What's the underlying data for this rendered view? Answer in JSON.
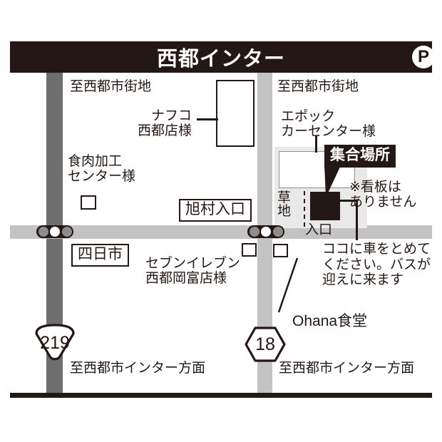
{
  "header": {
    "title": "西都インター",
    "parking_badge": "P",
    "parking_icon": "parking-p-icon"
  },
  "map": {
    "directions": {
      "to_city_left": "至西都市街地",
      "to_city_right": "至西都市街地",
      "to_interchange_left": "至西都市インター方面",
      "to_interchange_right": "至西都市インター方面"
    },
    "places": {
      "nafco": "ナフコ\n西都店様",
      "nafco_line1": "ナフコ",
      "nafco_line2": "西都店様",
      "epoch_line1": "エポック",
      "epoch_line2": "カーセンター様",
      "meat_line1": "食肉加工",
      "meat_line2": "センター様",
      "seven_line1": "セブンイレブン",
      "seven_line2": "西都岡富店様",
      "ohana": "Ohana食堂",
      "grass": "草地",
      "entrance": "入口"
    },
    "intersections": {
      "asahimura": "旭村入口",
      "yokkaichi": "四日市"
    },
    "callout": {
      "meeting_point": "集合場所",
      "note_line1": "※看板は",
      "note_line2": "ありません"
    },
    "parking_note": {
      "line1": "ココに車をとめて",
      "line2": "ください。バスが",
      "line3": "迎えに来ます"
    },
    "routes": [
      {
        "number": "219",
        "shield": "national-route-shield",
        "name": "route-shield-219"
      },
      {
        "number": "18",
        "shield": "prefectural-route-shield",
        "name": "route-shield-18"
      }
    ],
    "signals": [
      {
        "name": "traffic-signal-left",
        "lamps": [
          "off",
          "on",
          "off"
        ]
      },
      {
        "name": "traffic-signal-right",
        "lamps": [
          "off",
          "on",
          "off"
        ]
      }
    ],
    "colors": {
      "ink": "#231815",
      "road_major": "#6e6e6e",
      "road_minor": "#c3c3c3",
      "lot_fill": "#e9e9e9",
      "paper": "#ffffff"
    }
  }
}
